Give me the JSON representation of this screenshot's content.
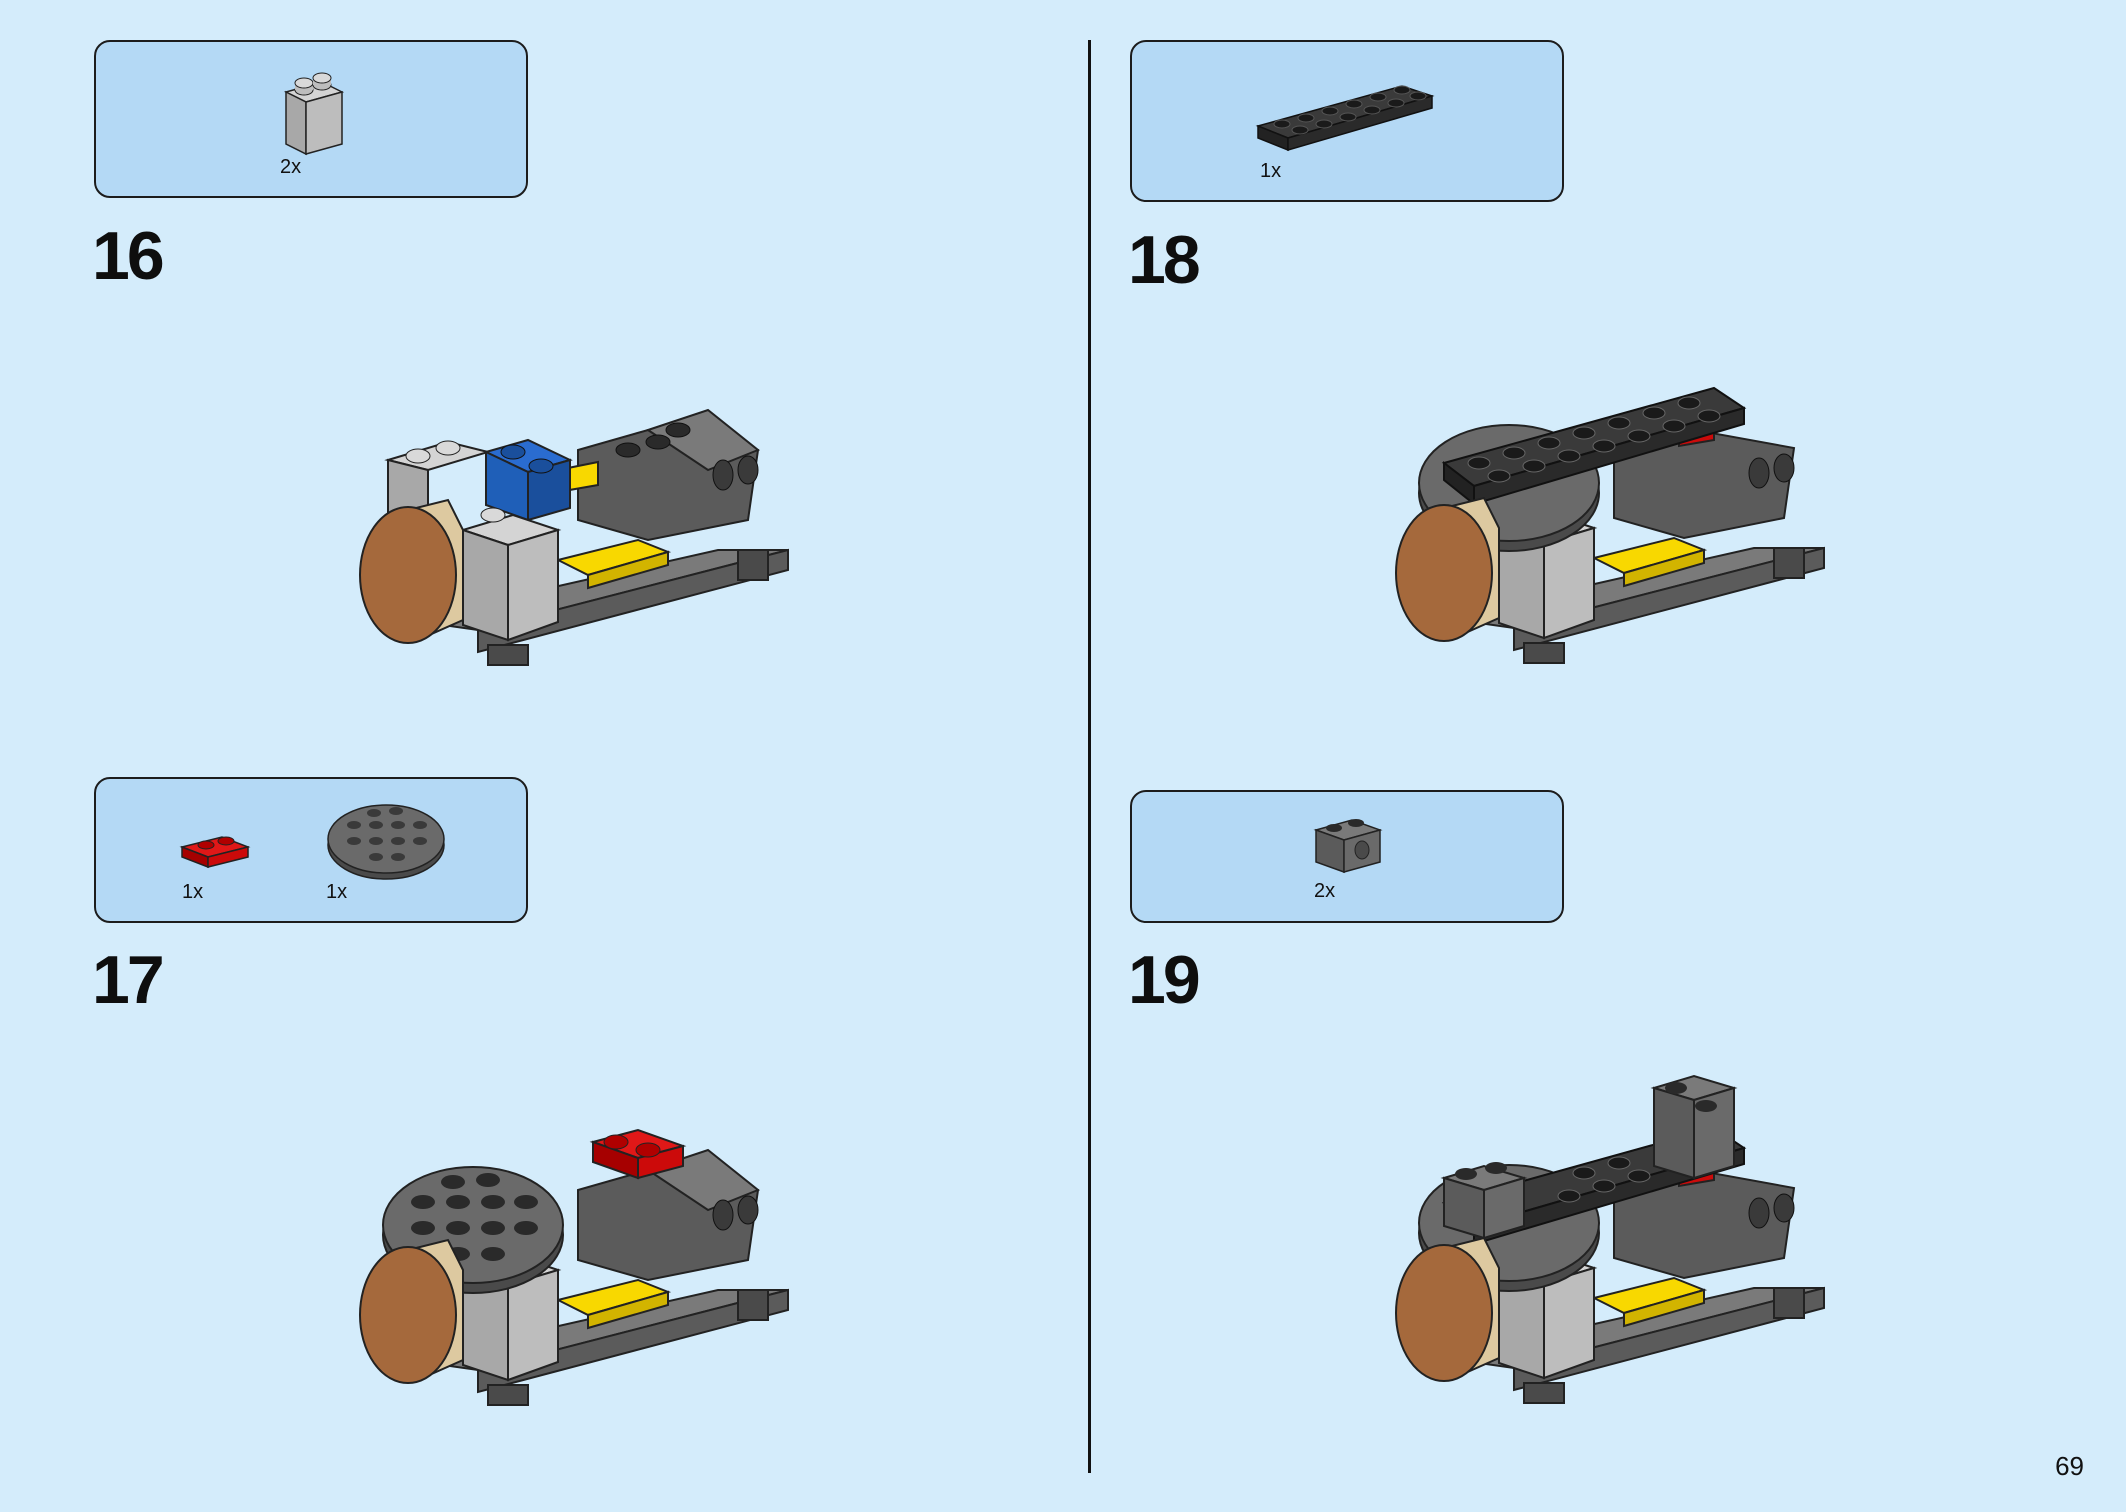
{
  "steps": [
    {
      "number": "16",
      "parts": [
        {
          "qty": "2x",
          "name": "light-gray-brick-1x2"
        }
      ]
    },
    {
      "number": "17",
      "parts": [
        {
          "qty": "1x",
          "name": "red-plate-1x2"
        },
        {
          "qty": "1x",
          "name": "dark-gray-round-plate-4x4"
        }
      ]
    },
    {
      "number": "18",
      "parts": [
        {
          "qty": "1x",
          "name": "black-plate-2x6"
        }
      ]
    },
    {
      "number": "19",
      "parts": [
        {
          "qty": "2x",
          "name": "dark-gray-technic-brick-1x2"
        }
      ]
    }
  ],
  "page_number": "69",
  "colors": {
    "background": "#d4ecfb",
    "parts_box": "#b4d9f5",
    "light_gray": "#a8a8a8",
    "dark_gray": "#5b5b5b",
    "black": "#2a2a2a",
    "blue": "#1f5fb8",
    "yellow": "#f8d800",
    "red": "#cc0a0a",
    "tan": "#a5693c"
  }
}
